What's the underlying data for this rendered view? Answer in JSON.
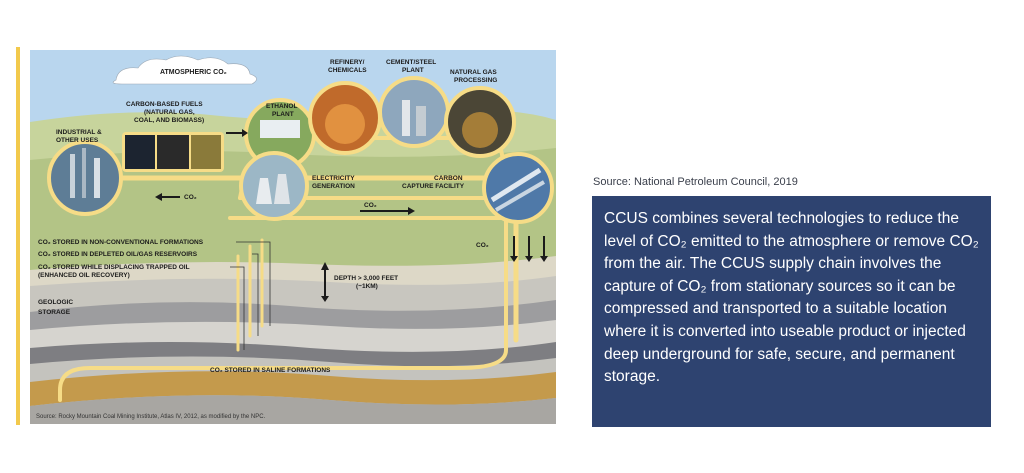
{
  "figure": {
    "labels": {
      "atmospheric": "ATMOSPHERIC CO₂",
      "refinery_1": "REFINERY/",
      "refinery_2": "CHEMICALS",
      "cement_1": "CEMENT/STEEL",
      "cement_2": "PLANT",
      "natgas_1": "NATURAL GAS",
      "natgas_2": "PROCESSING",
      "fuels_1": "CARBON-BASED FUELS",
      "fuels_2": "(NATURAL GAS,",
      "fuels_3": "COAL, AND BIOMASS)",
      "ethanol_1": "ETHANOL",
      "ethanol_2": "PLANT",
      "industrial_1": "INDUSTRIAL &",
      "industrial_2": "OTHER USES",
      "electricity_1": "ELECTRICITY",
      "electricity_2": "GENERATION",
      "capture_1": "CARBON",
      "capture_2": "CAPTURE FACILITY",
      "co2_left": "CO₂",
      "co2_mid": "CO₂",
      "co2_right": "CO₂",
      "nonconv": "CO₂ STORED IN NON-CONVENTIONAL FORMATIONS",
      "depleted": "CO₂ STORED IN DEPLETED OIL/GAS RESERVOIRS",
      "eor_1": "CO₂ STORED WHILE DISPLACING TRAPPED OIL",
      "eor_2": "(ENHANCED OIL RECOVERY)",
      "depth_1": "DEPTH > 3,000 FEET",
      "depth_2": "(~1KM)",
      "geologic_1": "GEOLOGIC",
      "geologic_2": "STORAGE",
      "saline": "CO₂ STORED IN SALINE FORMATIONS",
      "credit": "Source: Rocky Mountain Coal Mining Institute, Atlas IV, 2012, as modified by the NPC."
    }
  },
  "caption": "Source: National Petroleum Council, 2019",
  "description": "CCUS combines several technologies to reduce the level of CO₂ emitted to the atmosphere or remove CO₂ from the air. The CCUS supply chain involves the capture of CO₂ from stationary sources so it can be compressed and transported to a suitable location where it is converted into useable product or injected deep underground for safe, secure, and permanent storage.",
  "colors": {
    "accent_bar": "#f2c94c",
    "text_box": "#2e4370",
    "pipeline": "#f6dc87",
    "sky": "#b9d6ee",
    "ground": "#b8c98f",
    "saline_layer": "#c49a4c"
  }
}
